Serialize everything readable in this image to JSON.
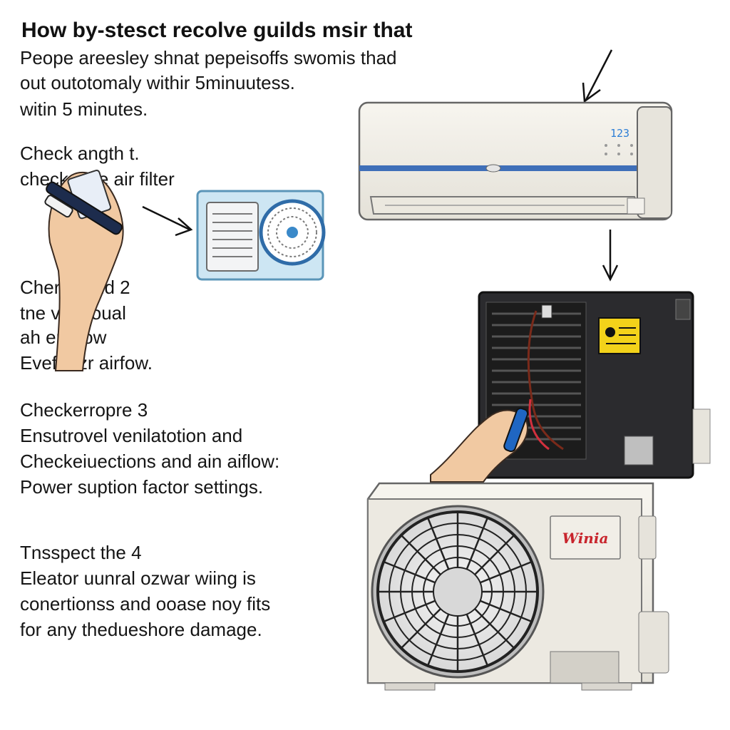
{
  "title": "How by-stesct recolve guilds msir that",
  "intro": [
    "Peope areesley shnat pepeisoffs swomis  thad",
    "out outotomaly withir 5minuutess.",
    "witin 5 minutes."
  ],
  "steps": [
    {
      "heading": "Check angth t.",
      "lines": [
        "checks the air filter"
      ]
    },
    {
      "heading": "Cherck  and  2",
      "lines": [
        "tne   vennoual",
        "ah   er fqow",
        "Evefforzr airfow."
      ]
    },
    {
      "heading": "Checkerropre  3",
      "lines": [
        "Ensutrovel venilatotion and",
        "Checkeiuections and ain aiflow:",
        "Power suption factor settings."
      ]
    },
    {
      "heading": "Tnsspect the  4",
      "lines": [
        "Eleator uunral ozwar wiing is",
        "conertionss and ooase noy fits",
        "for any thedueshore damage."
      ]
    }
  ],
  "indoor_unit": {
    "display": "123"
  },
  "outdoor_unit": {
    "brand": "Winia",
    "brand_color": "#c8252d"
  },
  "colors": {
    "accent_blue": "#3f6fb8",
    "warning_yellow": "#f3d21a",
    "panel_dark": "#2b2b2e"
  },
  "icons": [
    "hand-holding-filter-icon",
    "air-filter-icon",
    "arrow-icon",
    "warning-label-icon",
    "fan-icon"
  ]
}
